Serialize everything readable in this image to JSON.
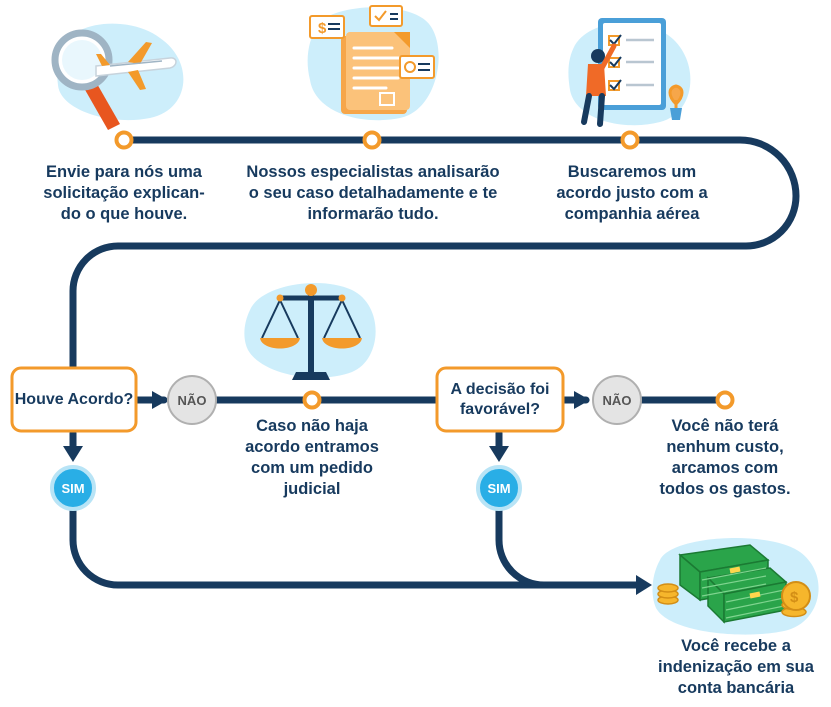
{
  "steps": {
    "step1": "Envie para nós uma solicitação explican-do o que houve.",
    "step2": "Nossos especialistas analisarão o seu caso detalhadamente e te informarão tudo.",
    "step3": "Buscaremos um acordo justo com a companhia aérea"
  },
  "decision1": {
    "question": "Houve Acordo?",
    "no_label": "NÃO",
    "yes_label": "SIM",
    "no_text": "Caso não haja acordo entramos com um pedido judicial"
  },
  "decision2": {
    "question": "A decisão foi favorável?",
    "no_label": "NÃO",
    "yes_label": "SIM",
    "no_text": "Você não terá nenhum custo, arcamos com todos os gastos."
  },
  "outcome": {
    "text": "Você recebe a indenização em sua conta bancária"
  },
  "icons": {
    "step1": "magnifier-airplane-icon",
    "step2": "documents-icon",
    "step3": "checklist-person-icon",
    "judicial": "scales-of-justice-icon",
    "outcome": "money-stacks-icon"
  },
  "colors": {
    "line": "#173a5e",
    "accent": "#f39a2b",
    "blob": "#cdeefb",
    "sim": "#29aee6",
    "nao_fill": "#e4e4e4",
    "nao_stroke": "#b0b0b0"
  }
}
